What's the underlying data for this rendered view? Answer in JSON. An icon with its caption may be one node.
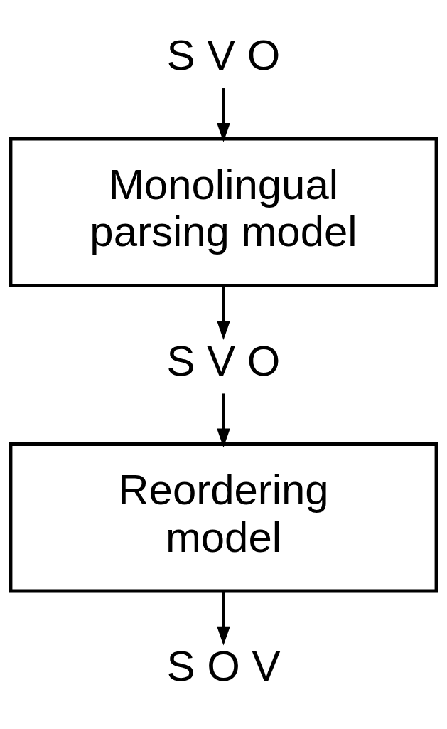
{
  "diagram": {
    "nodes": [
      {
        "text": [
          "S V O"
        ]
      },
      {
        "text": [
          "Monolingual parsing model"
        ]
      },
      {
        "text": [
          "S V O"
        ]
      },
      {
        "text": [
          "Reordering model"
        ]
      },
      {
        "text": [
          "S O V"
        ]
      }
    ],
    "edges": [
      {
        "from": 0,
        "to": 1,
        "arrow": "to"
      },
      {
        "from": 1,
        "to": 2,
        "arrow": "to"
      },
      {
        "from": 2,
        "to": 3,
        "arrow": "to"
      },
      {
        "from": 3,
        "to": 4,
        "arrow": "to"
      }
    ]
  }
}
